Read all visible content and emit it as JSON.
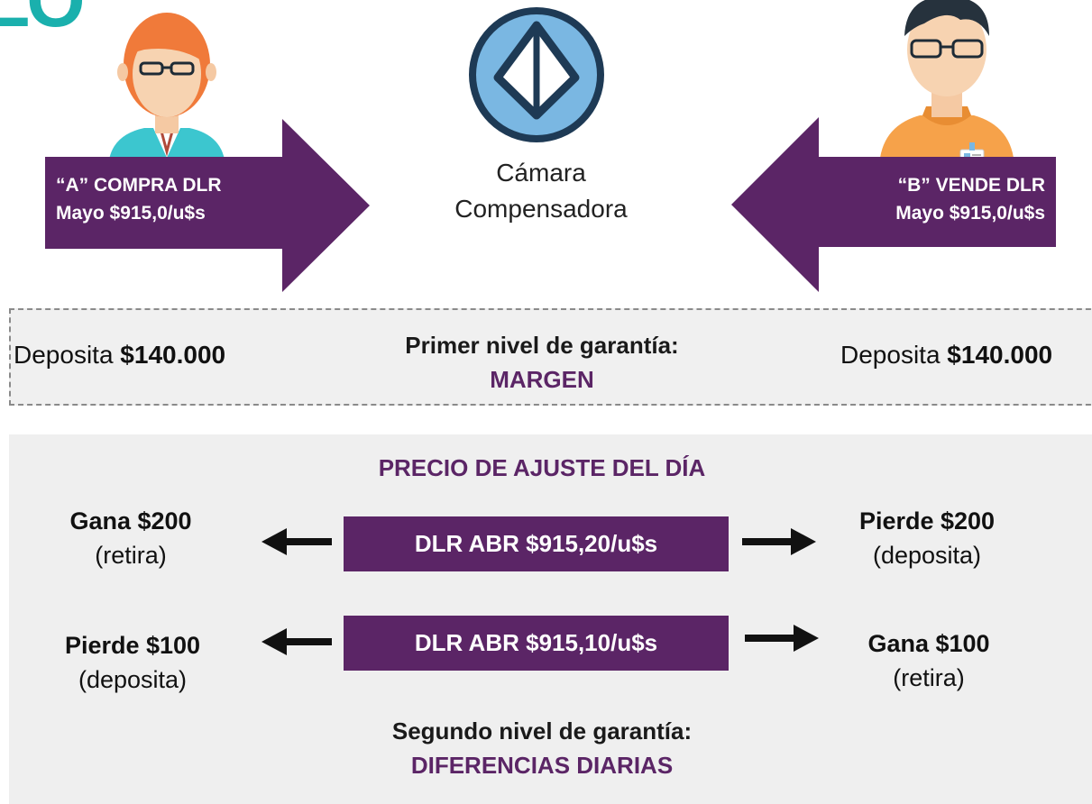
{
  "diagram": {
    "colors": {
      "purple": "#5b2566",
      "teal": "#1ab0ad",
      "icon_blue": "#7ab7e2",
      "icon_navy": "#1e3a55",
      "band": "#efefef"
    },
    "fragment_text": "LO",
    "buyer": {
      "line1": "“A” COMPRA DLR",
      "line2": "Mayo $915,0/u$s",
      "icon": "woman-avatar-icon"
    },
    "seller": {
      "line1": "“B”  VENDE DLR",
      "line2": "Mayo $915,0/u$s",
      "icon": "man-avatar-icon"
    },
    "clearing_house": {
      "line1": "Cámara",
      "line2": "Compensadora",
      "icon": "clearing-house-logo-icon"
    },
    "margin": {
      "left_prefix": "Deposita ",
      "left_amount": "$140.000",
      "right_prefix": "Deposita ",
      "right_amount": "$140.000",
      "title": "Primer nivel de garantía:",
      "accent": "MARGEN"
    },
    "daily": {
      "title": "PRECIO DE AJUSTE DEL DÍA",
      "rows": [
        {
          "price": "DLR ABR $915,20/u$s",
          "left_main": "Gana $200",
          "left_sub": "(retira)",
          "right_main": "Pierde $200",
          "right_sub": "(deposita)"
        },
        {
          "price": "DLR ABR $915,10/u$s",
          "left_main": "Pierde $100",
          "left_sub": "(deposita)",
          "right_main": "Gana $100",
          "right_sub": "(retira)"
        }
      ],
      "footer_title": "Segundo nivel de garantía:",
      "footer_accent": "DIFERENCIAS DIARIAS"
    }
  }
}
